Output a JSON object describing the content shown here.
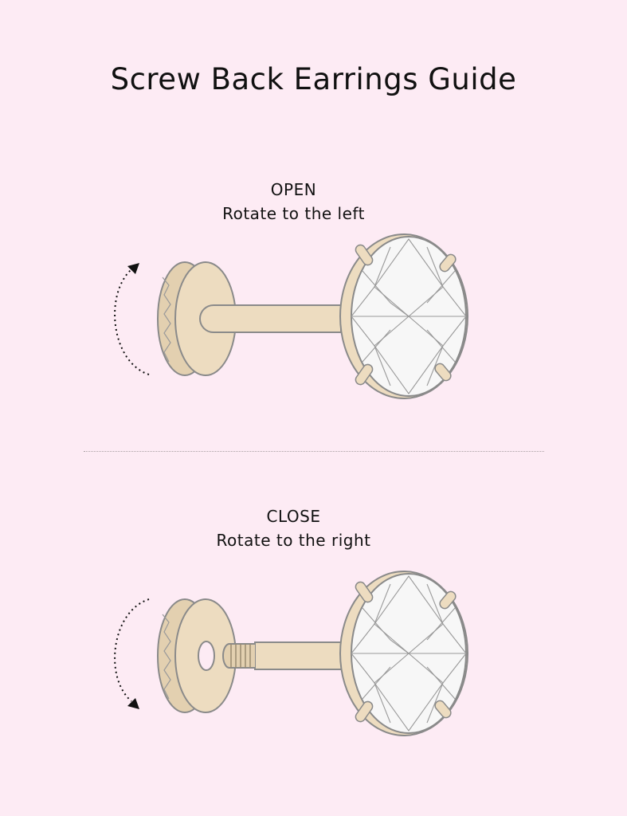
{
  "title": "Screw Back Earrings Guide",
  "open": {
    "heading": "OPEN",
    "instruction": "Rotate to the left"
  },
  "close": {
    "heading": "CLOSE",
    "instruction": "Rotate to the right"
  },
  "colors": {
    "background": "#fdebf4",
    "metal": "#eddcc0",
    "outline": "#8a8a8a",
    "gem_lines": "#9a9a9a",
    "gem_fill": "#f5f5f5",
    "arrow": "#111111"
  },
  "icons": [
    "rotate-left-arrow-icon",
    "rotate-right-arrow-icon"
  ]
}
